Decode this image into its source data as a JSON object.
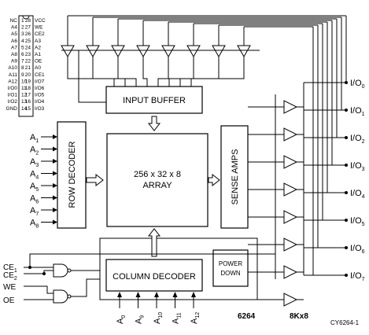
{
  "chip_pinout": {
    "left": [
      {
        "name": "NC",
        "num": "1"
      },
      {
        "name": "A4",
        "num": "2"
      },
      {
        "name": "A5",
        "num": "3"
      },
      {
        "name": "A6",
        "num": "4"
      },
      {
        "name": "A7",
        "num": "5"
      },
      {
        "name": "A8",
        "num": "6"
      },
      {
        "name": "A9",
        "num": "7"
      },
      {
        "name": "A10",
        "num": "8"
      },
      {
        "name": "A11",
        "num": "9"
      },
      {
        "name": "A12",
        "num": "10"
      },
      {
        "name": "I/O0",
        "num": "11"
      },
      {
        "name": "I/O1",
        "num": "12"
      },
      {
        "name": "I/O2",
        "num": "13"
      },
      {
        "name": "GND",
        "num": "14"
      }
    ],
    "right": [
      {
        "name": "VCC",
        "num": "28"
      },
      {
        "name": "WE",
        "num": "27"
      },
      {
        "name": "CE2",
        "num": "26"
      },
      {
        "name": "A3",
        "num": "25"
      },
      {
        "name": "A2",
        "num": "24"
      },
      {
        "name": "A1",
        "num": "23"
      },
      {
        "name": "OE",
        "num": "22"
      },
      {
        "name": "A0",
        "num": "21"
      },
      {
        "name": "CE1",
        "num": "20"
      },
      {
        "name": "I/O7",
        "num": "19"
      },
      {
        "name": "I/O6",
        "num": "18"
      },
      {
        "name": "I/O5",
        "num": "17"
      },
      {
        "name": "I/O4",
        "num": "16"
      },
      {
        "name": "I/O3",
        "num": "15"
      }
    ]
  },
  "blocks": {
    "input_buffer": "INPUT BUFFER",
    "row_decoder": "ROW DECODER",
    "array_line1": "256 x 32 x 8",
    "array_line2": "ARRAY",
    "sense_amps": "SENSE AMPS",
    "column_decoder": "COLUMN DECODER",
    "power_down_line1": "POWER",
    "power_down_line2": "DOWN"
  },
  "row_address_inputs": [
    {
      "base": "A",
      "sub": "1"
    },
    {
      "base": "A",
      "sub": "2"
    },
    {
      "base": "A",
      "sub": "3"
    },
    {
      "base": "A",
      "sub": "4"
    },
    {
      "base": "A",
      "sub": "5"
    },
    {
      "base": "A",
      "sub": "6"
    },
    {
      "base": "A",
      "sub": "7"
    },
    {
      "base": "A",
      "sub": "8"
    }
  ],
  "column_address_inputs": [
    {
      "base": "A",
      "sub": "0"
    },
    {
      "base": "A",
      "sub": "9"
    },
    {
      "base": "A",
      "sub": "10"
    },
    {
      "base": "A",
      "sub": "11"
    },
    {
      "base": "A",
      "sub": "12"
    }
  ],
  "io_outputs": [
    {
      "base": "I/O",
      "sub": "0"
    },
    {
      "base": "I/O",
      "sub": "1"
    },
    {
      "base": "I/O",
      "sub": "2"
    },
    {
      "base": "I/O",
      "sub": "3"
    },
    {
      "base": "I/O",
      "sub": "4"
    },
    {
      "base": "I/O",
      "sub": "5"
    },
    {
      "base": "I/O",
      "sub": "6"
    },
    {
      "base": "I/O",
      "sub": "7"
    }
  ],
  "control_signals": [
    {
      "base": "CE",
      "sub": "1"
    },
    {
      "base": "CE",
      "sub": "2"
    },
    {
      "base": "WE",
      "sub": ""
    },
    {
      "base": "OE",
      "sub": ""
    }
  ],
  "footer": {
    "part_number": "6264",
    "organization": "8Kx8",
    "figure_id": "CY6264-1"
  }
}
